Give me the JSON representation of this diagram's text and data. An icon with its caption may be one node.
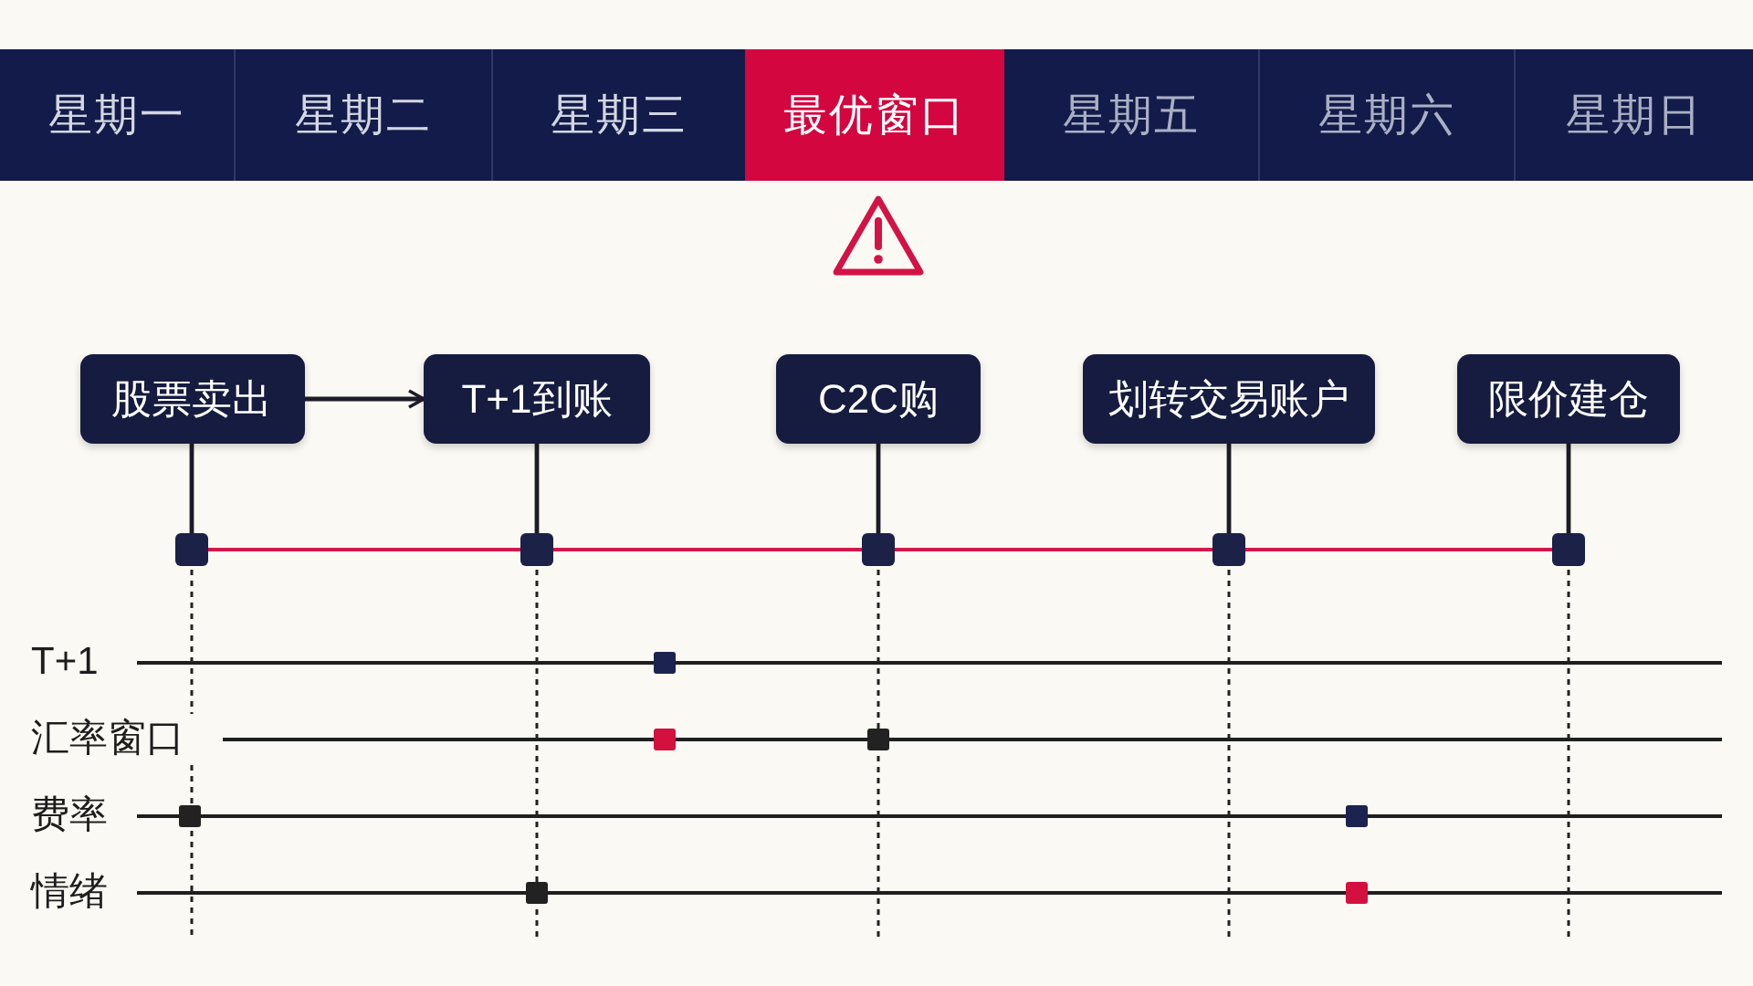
{
  "diagram": {
    "nodes": [
      {
        "text": [
          "星期一"
        ]
      },
      {
        "text": [
          "星期二"
        ]
      },
      {
        "text": [
          "星期三"
        ]
      },
      {
        "text": [
          "最优窗口"
        ]
      },
      {
        "text": [
          "星期五"
        ]
      },
      {
        "text": [
          "星期六"
        ]
      },
      {
        "text": [
          "星期日"
        ]
      },
      {
        "text": [
          "股票卖出"
        ]
      },
      {
        "text": [
          "T+1到账"
        ]
      },
      {
        "text": [
          "C2C购"
        ]
      },
      {
        "text": [
          "划转交易账户"
        ]
      },
      {
        "text": [
          "限价建仓"
        ]
      },
      {
        "text": [],
        "shape": "box"
      },
      {
        "text": [],
        "shape": "box"
      },
      {
        "text": [],
        "shape": "box"
      },
      {
        "text": [],
        "shape": "box"
      },
      {
        "text": [],
        "shape": "box"
      }
    ],
    "edges": [
      {
        "from": 7,
        "to": 8,
        "arrow": "to"
      },
      {
        "from": 7,
        "to": 12,
        "arrow": "none"
      },
      {
        "from": 8,
        "to": 13,
        "arrow": "none"
      },
      {
        "from": 9,
        "to": 14,
        "arrow": "none"
      },
      {
        "from": 10,
        "to": 15,
        "arrow": "none"
      },
      {
        "from": 11,
        "to": 16,
        "arrow": "none"
      },
      {
        "from": 12,
        "to": 13,
        "arrow": "none",
        "color": "#d1184a"
      },
      {
        "from": 13,
        "to": 14,
        "arrow": "none",
        "color": "#d1184a"
      },
      {
        "from": 14,
        "to": 15,
        "arrow": "none",
        "color": "#d1184a"
      },
      {
        "from": 15,
        "to": 16,
        "arrow": "none",
        "color": "#d1184a"
      }
    ],
    "labels": [
      "T+1",
      "汇率窗口",
      "费率",
      "情绪"
    ]
  }
}
